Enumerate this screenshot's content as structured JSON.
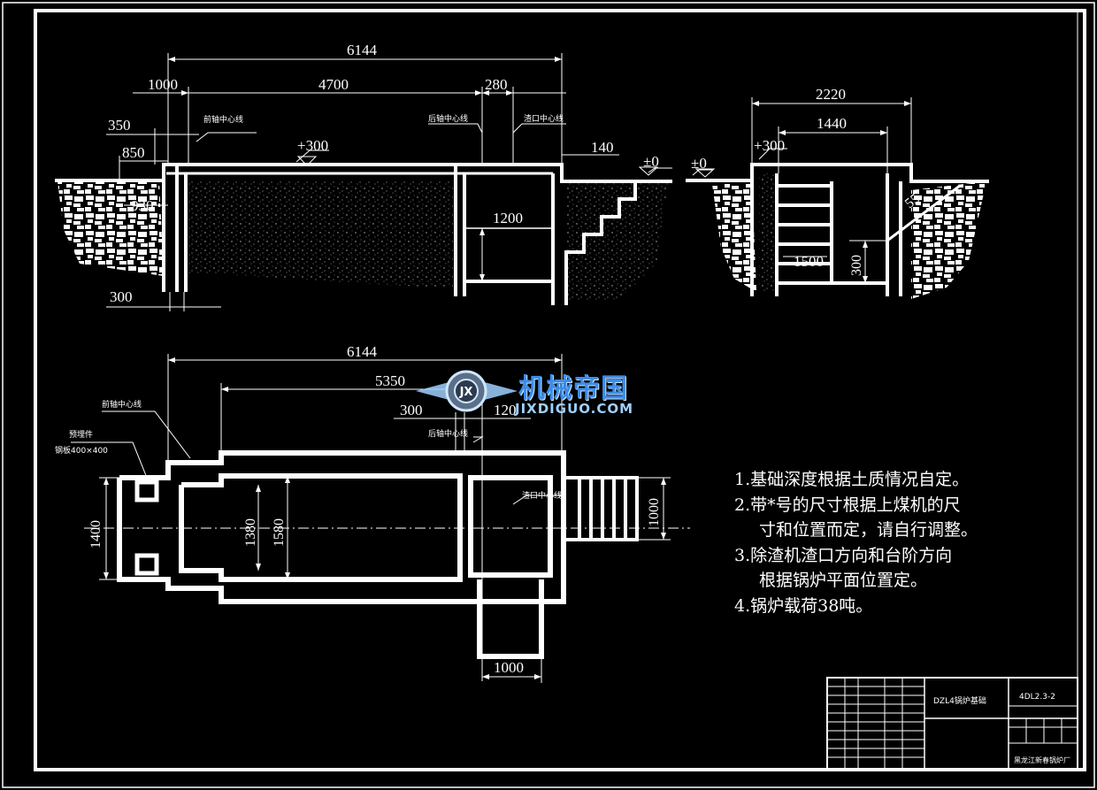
{
  "colors": {
    "background": "#000000",
    "line": "#ffffff",
    "watermark": "#3d8de8"
  },
  "elevation": {
    "dims": {
      "overall": "6144",
      "d1000": "1000",
      "d4700": "4700",
      "d280": "280",
      "d350": "350",
      "d850": "850",
      "d930": "930",
      "d300_bottom": "300",
      "d140": "140",
      "d1200": "1200"
    },
    "labels": {
      "front_axle": "前轴中心线",
      "rear_axle": "后轴中心线",
      "slag_outlet": "渣口中心线",
      "level_plus300": "+300",
      "level_zero": "±0"
    }
  },
  "side_section": {
    "dims": {
      "d2220": "2220",
      "d1440": "1440",
      "d1500": "1500",
      "d300": "300",
      "d55": "55"
    },
    "labels": {
      "level_plus300": "+300",
      "level_zero": "±0"
    }
  },
  "plan": {
    "dims": {
      "overall": "6144",
      "d5350": "5350",
      "d300": "300",
      "d120": "120",
      "d1400": "1400",
      "d1380": "1380",
      "d1580": "1580",
      "d1000_right": "1000",
      "d1000_bottom": "1000"
    },
    "labels": {
      "front_axle": "前轴中心线",
      "rear_axle": "后轴中心线",
      "slag_outlet": "渣口中心线",
      "embedded_part": "预埋件",
      "steel_plate": "钢板400×400"
    }
  },
  "notes": [
    "1.基础深度根据土质情况自定。",
    "2.带*号的尺寸根据上煤机的尺",
    "寸和位置而定，请自行调整。",
    "3.除渣机渣口方向和台阶方向",
    "根据锅炉平面位置定。",
    "4.锅炉载荷38吨。"
  ],
  "title_block": {
    "drawing_title": "DZL4锅炉基础",
    "drawing_number": "4DL2.3-2",
    "company": "黑龙江新春锅炉厂"
  },
  "watermark": {
    "title": "机械帝国",
    "url": "JIXDIGUO.COM",
    "logo_text": "JX"
  }
}
